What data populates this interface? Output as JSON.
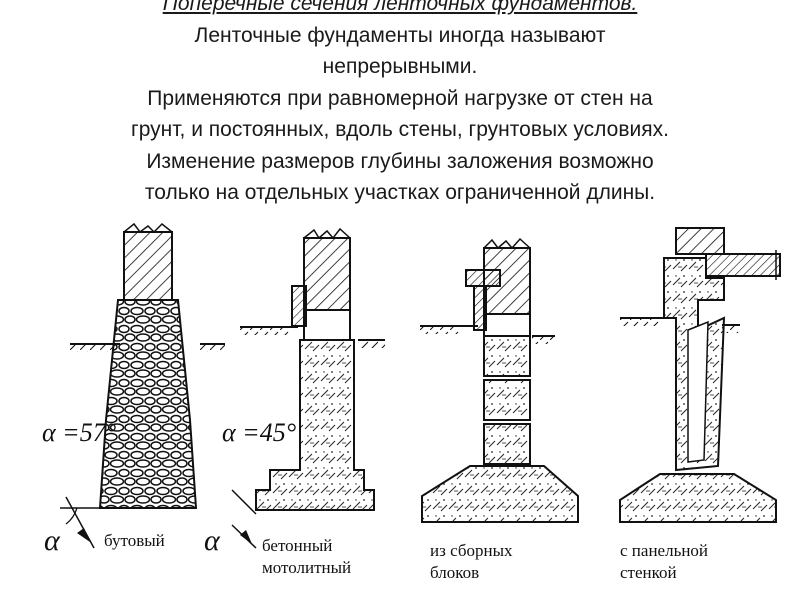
{
  "header": {
    "title": "Поперечные сечения ленточных фундаментов.",
    "line1": "Ленточные фундаменты иногда называют",
    "line2": "непрерывными.",
    "line3": "Применяются при равномерной нагрузке от стен на",
    "line4": "грунт, и постоянных, вдоль стены, грунтовых условиях.",
    "line5": "Изменение размеров глубины заложения возможно",
    "line6": "только на отдельных участках ограниченной длины."
  },
  "labels": {
    "angle_rubble": "α =57°",
    "angle_concrete": "α =45°",
    "alpha": "α",
    "type1": "бутовый",
    "type2_line1": "бетонный",
    "type2_line2": "мотолитный",
    "type3_line1": "из сборных",
    "type3_line2": "блоков",
    "type4_line1": "с панельной",
    "type4_line2": "стенкой"
  }
}
